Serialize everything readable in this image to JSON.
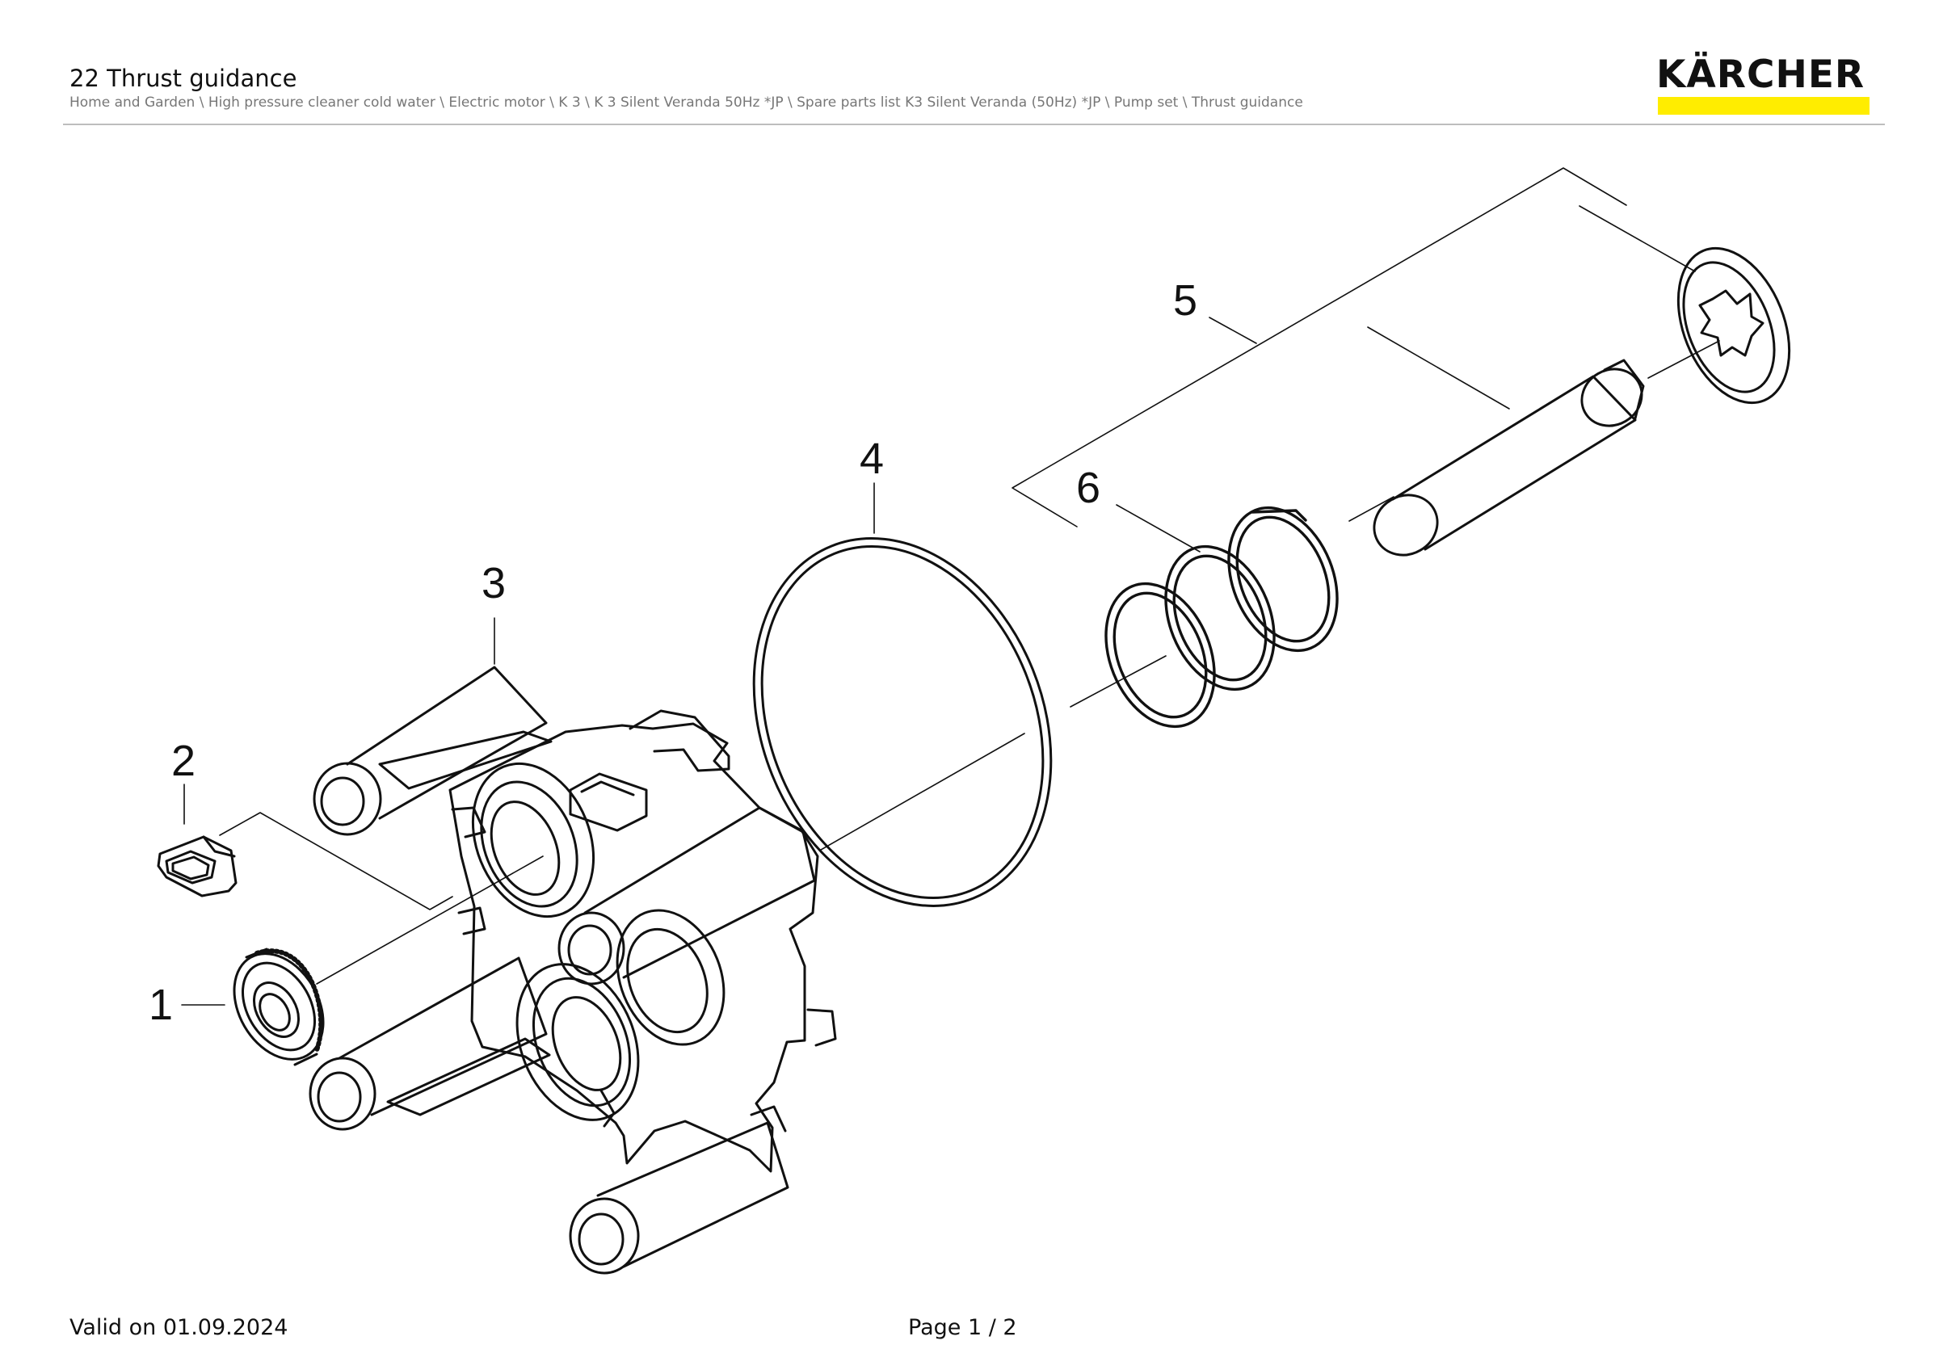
{
  "header": {
    "title": "22 Thrust guidance",
    "breadcrumb": "Home and Garden \\ High pressure cleaner cold water \\ Electric motor \\ K 3 \\ K 3 Silent Veranda 50Hz *JP \\ Spare parts list K3 Silent Veranda (50Hz) *JP \\ Pump set \\ Thrust guidance",
    "logo_text": "KÄRCHER",
    "logo_bar_color": "#ffed00"
  },
  "diagram": {
    "callouts": [
      "1",
      "2",
      "3",
      "4",
      "5",
      "6"
    ]
  },
  "footer": {
    "valid": "Valid on 01.09.2024",
    "page": "Page 1 / 2"
  }
}
